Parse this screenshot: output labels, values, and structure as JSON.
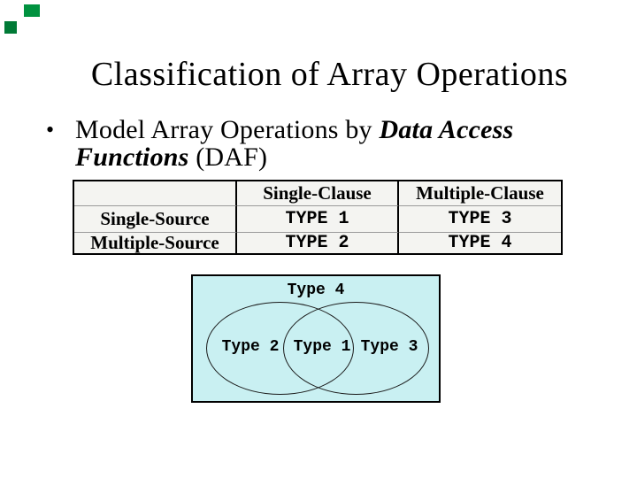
{
  "slide": {
    "background": "#ffffff",
    "title": "Classification of Array Operations",
    "bullet": {
      "marker": "•",
      "line1_regular": "Model Array Operations by ",
      "line1_emphasis": "Data Access",
      "line2_emphasis": "Functions",
      "line2_regular": " (DAF)"
    }
  },
  "decorations": {
    "squares": [
      {
        "name": "green-square-top",
        "color": "#00923f"
      },
      {
        "name": "green-square-bottom",
        "color": "#007a36"
      }
    ]
  },
  "table": {
    "background": "#f4f4f1",
    "col_headers": [
      "",
      "Single-Clause",
      "Multiple-Clause"
    ],
    "rows": [
      {
        "label": "Single-Source",
        "cells": [
          "TYPE 1",
          "TYPE 3"
        ]
      },
      {
        "label": "Multiple-Source",
        "cells": [
          "TYPE 2",
          "TYPE 4"
        ]
      }
    ]
  },
  "venn": {
    "background": "#c9f0f2",
    "outer_label": "Type 4",
    "left_label": "Type 2",
    "intersection_label": "Type 1",
    "right_label": "Type 3"
  }
}
